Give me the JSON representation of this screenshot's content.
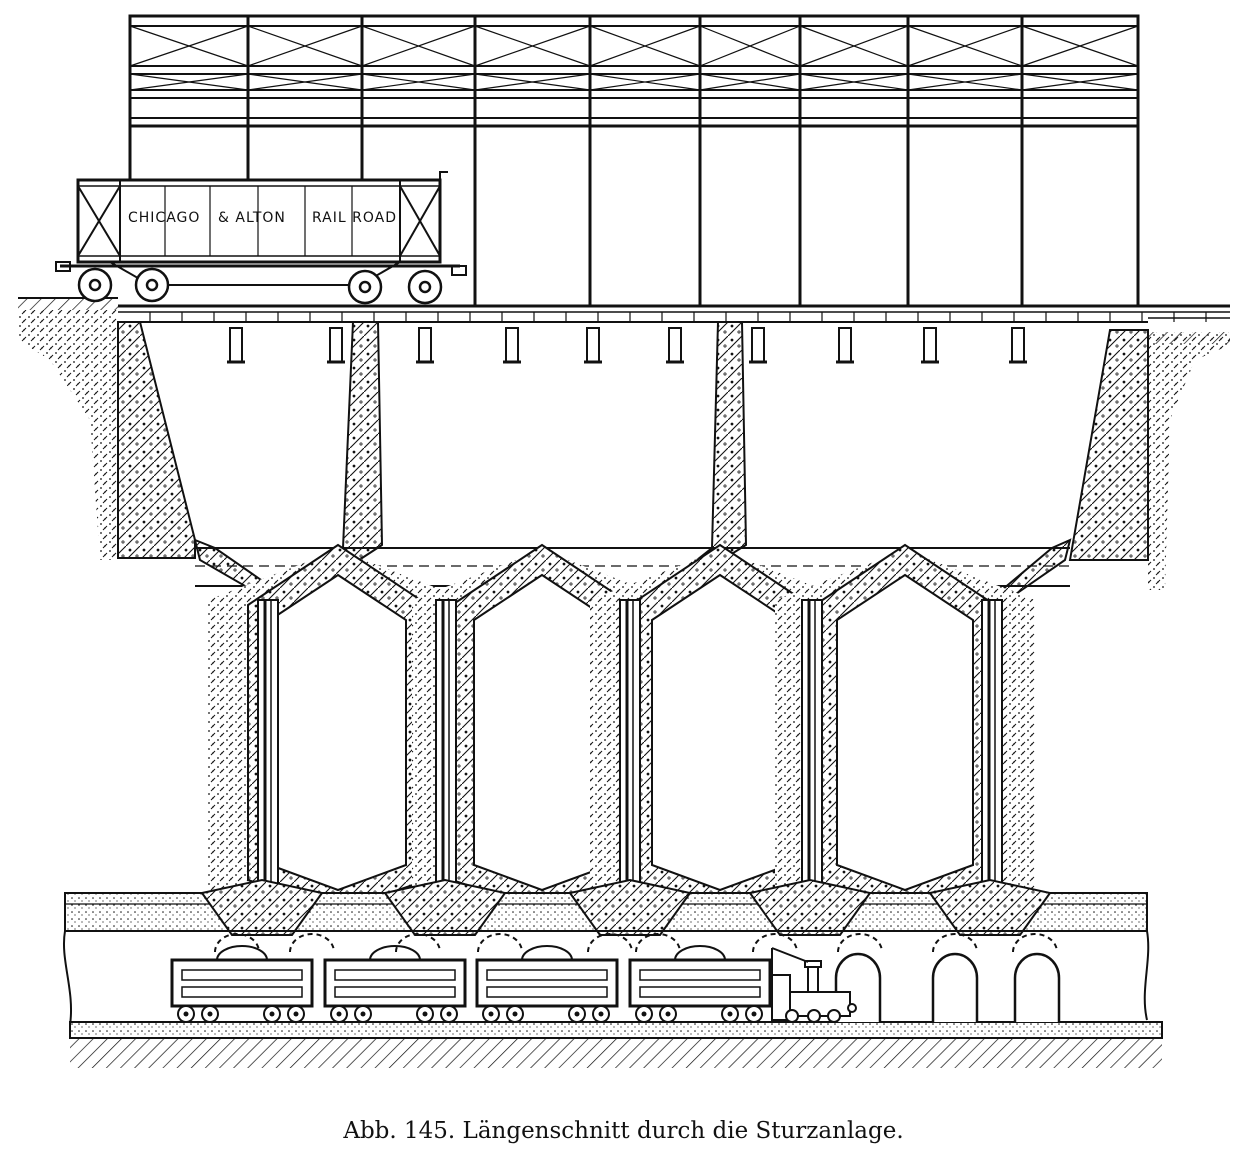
{
  "figure": {
    "car_lettering": [
      "CHICAGO",
      "& ALTON",
      "RAIL ROAD"
    ],
    "caption": "Abb. 145. Längenschnitt durch die Sturzanlage."
  },
  "colors": {
    "ink": "#111111",
    "paper": "#ffffff"
  }
}
